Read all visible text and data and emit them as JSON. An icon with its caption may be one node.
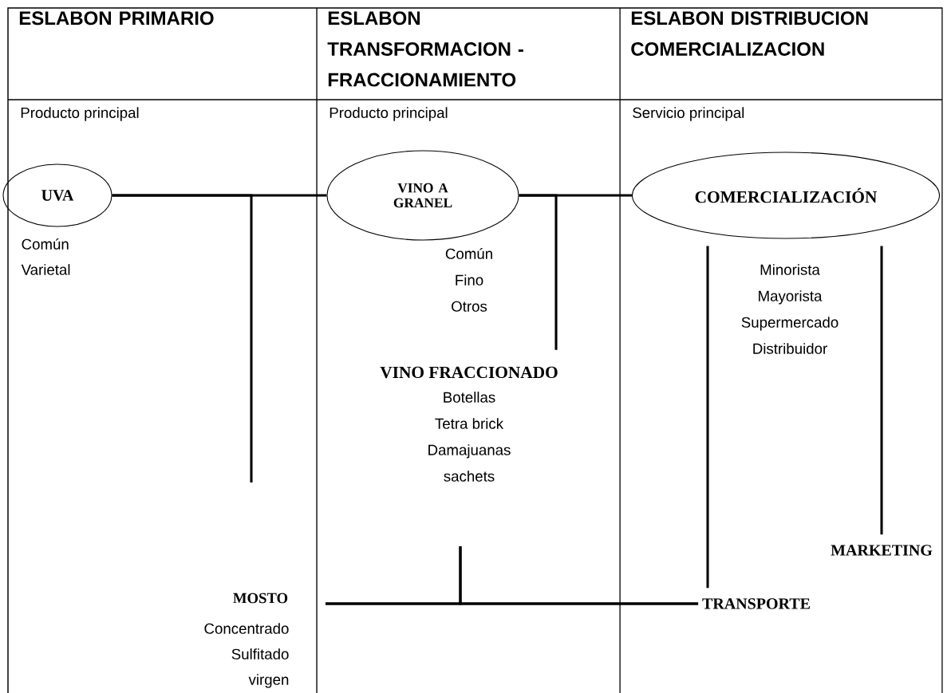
{
  "diagram": {
    "nodes": [
      {
        "text": [
          "UVA"
        ],
        "beside": [
          "Común",
          "Varietal"
        ]
      },
      {
        "text": [
          "VINO A GRANEL"
        ],
        "beside": [
          "Común",
          "Fino",
          "Otros"
        ]
      },
      {
        "text": [
          "COMERCIALIZACIÓN"
        ],
        "beside": [
          "Minorista",
          "Mayorista",
          "Supermercado",
          "Distribuidor"
        ]
      },
      {
        "text": [
          "VINO FRACCIONADO"
        ],
        "beside": [
          "Botellas",
          "Tetra brick",
          "Damajuanas",
          "sachets"
        ]
      },
      {
        "text": [
          "MOSTO"
        ],
        "beside": [
          "Concentrado",
          "Sulfitado",
          "virgen"
        ]
      },
      {
        "text": [
          "TRANSPORTE"
        ]
      },
      {
        "text": [
          "MARKETING"
        ]
      }
    ],
    "edges": [
      {
        "from": 0,
        "to": 1,
        "arrow": "none"
      },
      {
        "from": 0,
        "to": null,
        "arrow": "none"
      },
      {
        "from": 1,
        "to": 2,
        "arrow": "none"
      },
      {
        "from": 1,
        "to": 3,
        "arrow": "none"
      },
      {
        "from": 2,
        "to": 5,
        "arrow": "none"
      },
      {
        "from": 2,
        "to": 6,
        "arrow": "none"
      },
      {
        "from": 4,
        "to": 5,
        "arrow": "none"
      },
      {
        "from": null,
        "to": 4,
        "arrow": "none"
      },
      {
        "from": null,
        "to": 5,
        "arrow": "none"
      }
    ],
    "labels": [
      "ESLABON PRIMARIO",
      "ESLABON TRANSFORMACION - FRACCIONAMIENTO",
      "ESLABON DISTRIBUCION COMERCIALIZACION",
      "Producto principal",
      "Producto principal",
      "Servicio principal"
    ]
  }
}
